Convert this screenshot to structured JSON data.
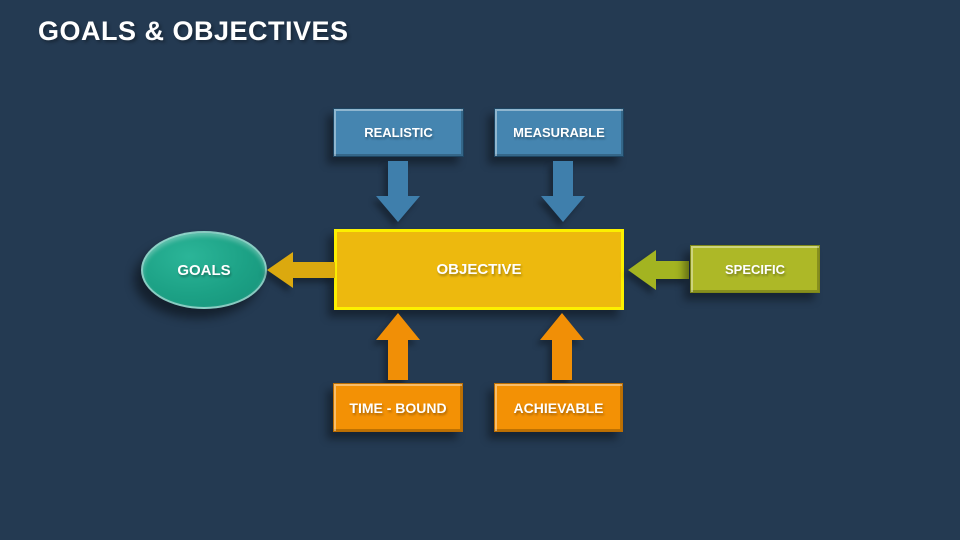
{
  "slide": {
    "title": "GOALS & OBJECTIVES",
    "background_color": "#243A52"
  },
  "diagram": {
    "center_box": {
      "label": "OBJECTIVE",
      "fill": "#EDB90E",
      "border": "#FCF000"
    },
    "goals_ellipse": {
      "label": "GOALS",
      "fill": "#1CA185"
    },
    "top_boxes": [
      {
        "label": "REALISTIC",
        "fill": "#4585B0"
      },
      {
        "label": "MEASURABLE",
        "fill": "#4585B0"
      }
    ],
    "right_box": {
      "label": "SPECIFIC",
      "fill": "#ADB827"
    },
    "bottom_boxes": [
      {
        "label": "TIME - BOUND",
        "fill": "#F39105"
      },
      {
        "label": "ACHIEVABLE",
        "fill": "#F39105"
      }
    ],
    "arrow_colors": {
      "blue": "#3F7FAC",
      "orange": "#F18F06",
      "gold": "#DBA90F",
      "green": "#A3B421"
    }
  }
}
